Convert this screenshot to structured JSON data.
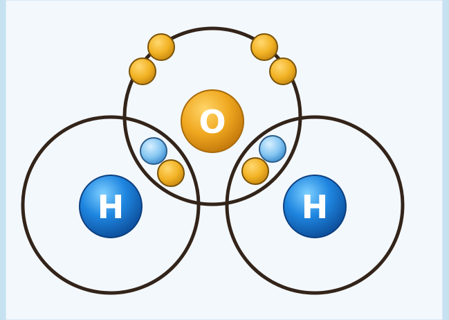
{
  "diagram": {
    "atoms": [
      {
        "id": "oxygen",
        "symbol": "O",
        "color": "#e8a020"
      },
      {
        "id": "hydrogen-left",
        "symbol": "H",
        "color": "#1a78d0"
      },
      {
        "id": "hydrogen-right",
        "symbol": "H",
        "color": "#1a78d0"
      }
    ],
    "electron_colors": {
      "oxygen": "#f0b020",
      "hydrogen": "#7cc0f0"
    },
    "shell_color": "#33241a",
    "background_color": "#f3f8fc"
  }
}
